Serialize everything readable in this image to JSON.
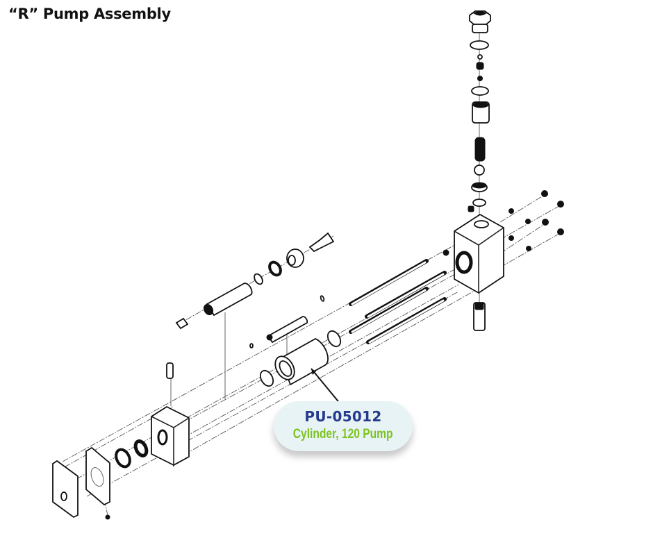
{
  "title": "“R” Pump Assembly",
  "callout": {
    "part_number": "PU-05012",
    "description": "Cylinder, 120 Pump",
    "part_number_color": "#263a8c",
    "description_color": "#7cc31f",
    "background": "#e8f3f6"
  },
  "diagram": {
    "type": "exploded parts view",
    "highlighted_part": "cylinder"
  }
}
